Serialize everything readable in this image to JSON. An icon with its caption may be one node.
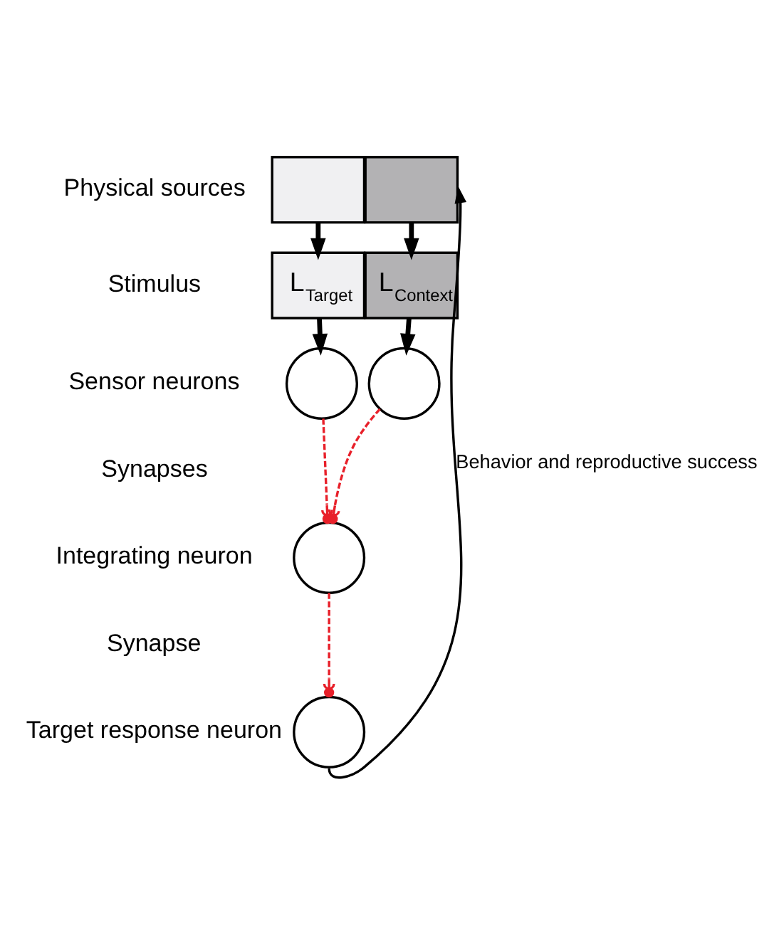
{
  "diagram": {
    "nodes": [
      {
        "text": [],
        "shape": "box"
      },
      {
        "text": [],
        "shape": "box"
      },
      {
        "text": [
          "L$_{Target}$"
        ]
      },
      {
        "text": [
          "L$_{Context}$"
        ]
      },
      {
        "text": [],
        "shape": "circle"
      },
      {
        "text": [],
        "shape": "circle"
      },
      {
        "text": [],
        "shape": "circle"
      },
      {
        "text": [],
        "shape": "circle"
      }
    ],
    "edges": [
      {
        "from": 0,
        "to": 2,
        "arrow": "to",
        "style": "thick"
      },
      {
        "from": 1,
        "to": 3,
        "arrow": "to",
        "style": "thick"
      },
      {
        "from": 2,
        "to": 4,
        "arrow": "to",
        "style": "thick"
      },
      {
        "from": 3,
        "to": 5,
        "arrow": "to",
        "style": "thick"
      },
      {
        "from": 4,
        "to": 6,
        "arrow": "other",
        "style": "dashed",
        "color": "#e8202a"
      },
      {
        "from": 5,
        "to": 6,
        "arrow": "other",
        "style": "dashed",
        "color": "#e8202a"
      },
      {
        "from": 6,
        "to": 7,
        "arrow": "other",
        "style": "dashed",
        "color": "#e8202a"
      },
      {
        "from": 7,
        "to": 1,
        "arrow": "to",
        "label": "Behavior and reproductive success"
      }
    ],
    "labels": [
      "Physical sources",
      "Stimulus",
      "Sensor neurons",
      "Synapses",
      "Integrating neuron",
      "Synapse",
      "Target response neuron"
    ]
  }
}
